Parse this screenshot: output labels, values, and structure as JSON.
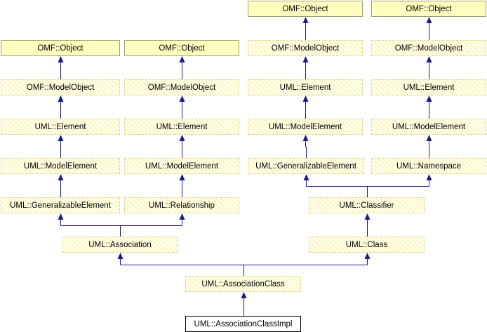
{
  "diagram": {
    "nodes": [
      {
        "id": "obj_a",
        "label": "OMF::Object",
        "style": "solid"
      },
      {
        "id": "obj_b",
        "label": "OMF::Object",
        "style": "solid"
      },
      {
        "id": "obj_c",
        "label": "OMF::Object",
        "style": "solid"
      },
      {
        "id": "obj_d",
        "label": "OMF::Object",
        "style": "solid"
      },
      {
        "id": "mo_a",
        "label": "OMF::ModelObject",
        "style": "dashed"
      },
      {
        "id": "mo_b",
        "label": "OMF::ModelObject",
        "style": "dashed"
      },
      {
        "id": "mo_c",
        "label": "OMF::ModelObject",
        "style": "dashed"
      },
      {
        "id": "mo_d",
        "label": "OMF::ModelObject",
        "style": "dashed"
      },
      {
        "id": "el_a",
        "label": "UML::Element",
        "style": "dashed"
      },
      {
        "id": "el_b",
        "label": "UML::Element",
        "style": "dashed"
      },
      {
        "id": "el_c",
        "label": "UML::Element",
        "style": "dashed"
      },
      {
        "id": "el_d",
        "label": "UML::Element",
        "style": "dashed"
      },
      {
        "id": "me_a",
        "label": "UML::ModelElement",
        "style": "dashed"
      },
      {
        "id": "me_b",
        "label": "UML::ModelElement",
        "style": "dashed"
      },
      {
        "id": "me_c",
        "label": "UML::ModelElement",
        "style": "dashed"
      },
      {
        "id": "me_d",
        "label": "UML::ModelElement",
        "style": "dashed"
      },
      {
        "id": "ge_a",
        "label": "UML::GeneralizableElement",
        "style": "dashed"
      },
      {
        "id": "rel",
        "label": "UML::Relationship",
        "style": "dashed"
      },
      {
        "id": "ge_c",
        "label": "UML::GeneralizableElement",
        "style": "dashed"
      },
      {
        "id": "ns",
        "label": "UML::Namespace",
        "style": "dashed"
      },
      {
        "id": "clsf",
        "label": "UML::Classifier",
        "style": "dashed"
      },
      {
        "id": "assoc",
        "label": "UML::Association",
        "style": "dashed"
      },
      {
        "id": "cls",
        "label": "UML::Class",
        "style": "dashed"
      },
      {
        "id": "ac",
        "label": "UML::AssociationClass",
        "style": "dashed"
      },
      {
        "id": "aci",
        "label": "UML::AssociationClassImpl",
        "style": "plain"
      }
    ],
    "edges": [
      {
        "from": "mo_a",
        "to": "obj_a"
      },
      {
        "from": "mo_b",
        "to": "obj_b"
      },
      {
        "from": "mo_c",
        "to": "obj_c"
      },
      {
        "from": "mo_d",
        "to": "obj_d"
      },
      {
        "from": "el_a",
        "to": "mo_a"
      },
      {
        "from": "el_b",
        "to": "mo_b"
      },
      {
        "from": "el_c",
        "to": "mo_c"
      },
      {
        "from": "el_d",
        "to": "mo_d"
      },
      {
        "from": "me_a",
        "to": "el_a"
      },
      {
        "from": "me_b",
        "to": "el_b"
      },
      {
        "from": "me_c",
        "to": "el_c"
      },
      {
        "from": "me_d",
        "to": "el_d"
      },
      {
        "from": "ge_a",
        "to": "me_a"
      },
      {
        "from": "rel",
        "to": "me_b"
      },
      {
        "from": "ge_c",
        "to": "me_c"
      },
      {
        "from": "ns",
        "to": "me_d"
      },
      {
        "from": "clsf",
        "to": "ge_c"
      },
      {
        "from": "clsf",
        "to": "ns"
      },
      {
        "from": "assoc",
        "to": "ge_a"
      },
      {
        "from": "assoc",
        "to": "rel"
      },
      {
        "from": "cls",
        "to": "clsf"
      },
      {
        "from": "ac",
        "to": "assoc"
      },
      {
        "from": "ac",
        "to": "cls"
      },
      {
        "from": "aci",
        "to": "ac"
      }
    ],
    "colors": {
      "edge": "#1a1a8c",
      "solid_fill": "#ffffc0"
    }
  }
}
